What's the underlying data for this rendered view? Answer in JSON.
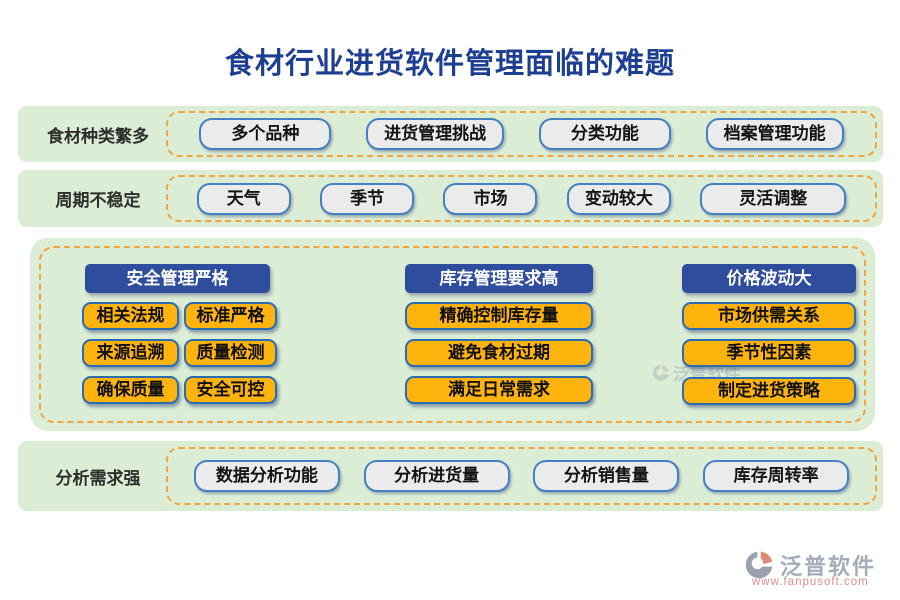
{
  "title": "食材行业进货软件管理面临的难题",
  "colors": {
    "title_blue": "#1c3e93",
    "band_green": "#dcedd6",
    "dashed_orange": "#f1a53f",
    "gray_chip_bg": "#ebebeb",
    "chip_border_blue": "#4581c2",
    "orange_chip_bg": "#ffb30d",
    "header_blue": "#2e4d9c",
    "brand_gray": "#a4acba",
    "brand_pink": "#d58d8d"
  },
  "rows": [
    {
      "label": "食材种类繁多",
      "buttons": [
        "多个品种",
        "进货管理挑战",
        "分类功能",
        "档案管理功能"
      ]
    },
    {
      "label": "周期不稳定",
      "buttons": [
        "天气",
        "季节",
        "市场",
        "变动较大",
        "灵活调整"
      ]
    }
  ],
  "panel": {
    "columns": [
      {
        "header": "安全管理严格",
        "buttons": [
          "相关法规",
          "标准严格",
          "来源追溯",
          "质量检测",
          "确保质量",
          "安全可控"
        ]
      },
      {
        "header": "库存管理要求高",
        "buttons": [
          "精确控制库存量",
          "避免食材过期",
          "满足日常需求"
        ]
      },
      {
        "header": "价格波动大",
        "buttons": [
          "市场供需关系",
          "季节性因素",
          "制定进货策略"
        ]
      }
    ]
  },
  "bottom_row": {
    "label": "分析需求强",
    "buttons": [
      "数据分析功能",
      "分析进货量",
      "分析销售量",
      "库存周转率"
    ]
  },
  "watermark": {
    "text": "泛普软件"
  },
  "footer": {
    "brand": "泛普软件",
    "url": "www.fanpusoft.com"
  }
}
